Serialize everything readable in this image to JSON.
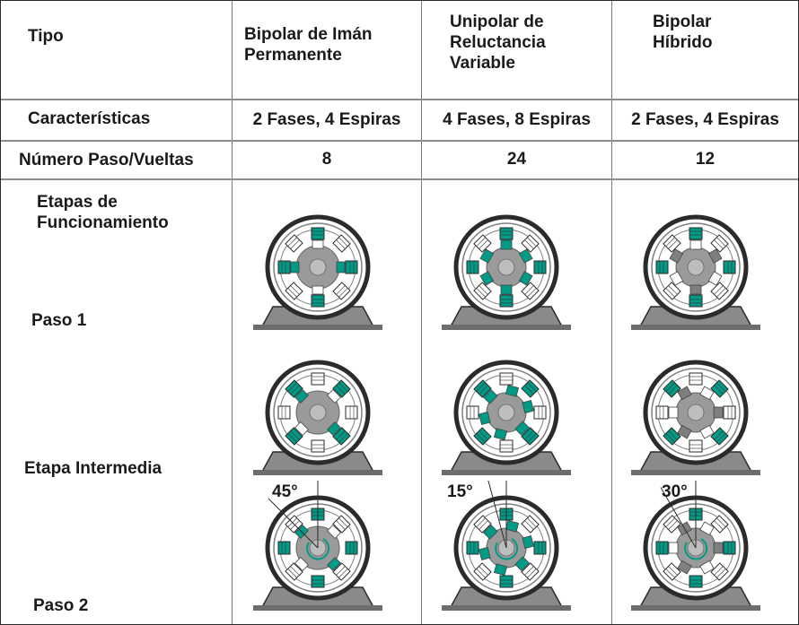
{
  "header": {
    "tipo": "Tipo",
    "col1": [
      "Bipolar de Imán",
      "Permanente"
    ],
    "col2": [
      "Unipolar de",
      "Reluctancia",
      "Variable"
    ],
    "col3": [
      "Bipolar",
      "Híbrido"
    ]
  },
  "rows": {
    "caracteristicas": {
      "label": "Características",
      "values": [
        "2 Fases, 4 Espiras",
        "4 Fases, 8 Espiras",
        "2 Fases, 4 Espiras"
      ]
    },
    "numero": {
      "label": "Número Paso/Vueltas",
      "values": [
        "8",
        "24",
        "12"
      ]
    }
  },
  "stages": {
    "etapas": [
      "Etapas de",
      "Funcionamiento"
    ],
    "paso1": "Paso 1",
    "intermedia": "Etapa Intermedia",
    "paso2": "Paso 2"
  },
  "angles": [
    "45°",
    "15°",
    "30°"
  ],
  "colors": {
    "teal": "#009a86",
    "gray": "#9a9a9a",
    "dark": "#2b2b2b",
    "base": "#8a8a8a"
  }
}
